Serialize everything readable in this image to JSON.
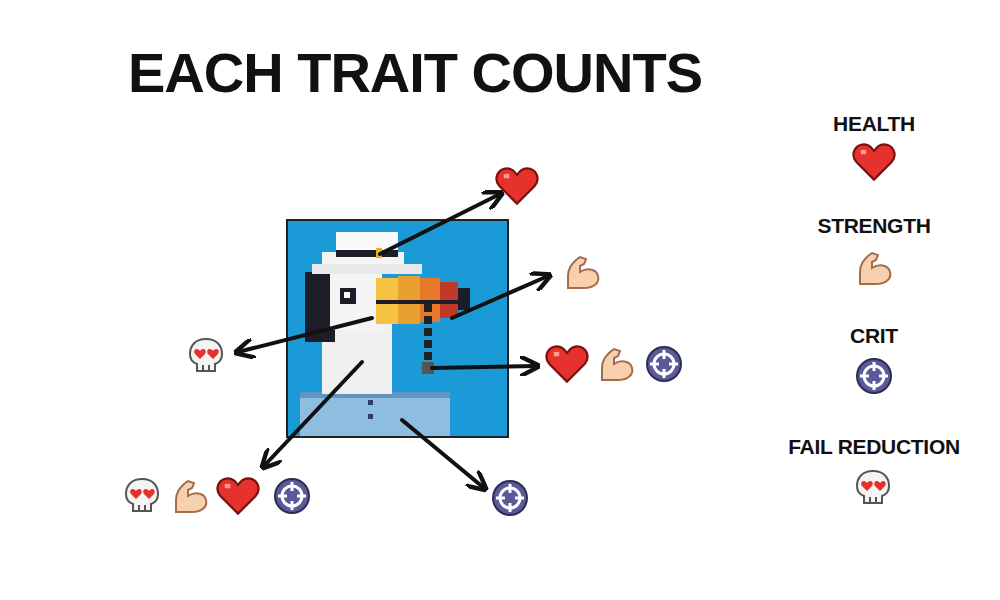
{
  "diagram": {
    "title": "EACH TRAIT COUNTS",
    "legend": [
      {
        "text": "HEALTH"
      },
      {
        "text": "STRENGTH"
      },
      {
        "text": "CRIT"
      },
      {
        "text": "FAIL REDUCTION"
      }
    ]
  }
}
